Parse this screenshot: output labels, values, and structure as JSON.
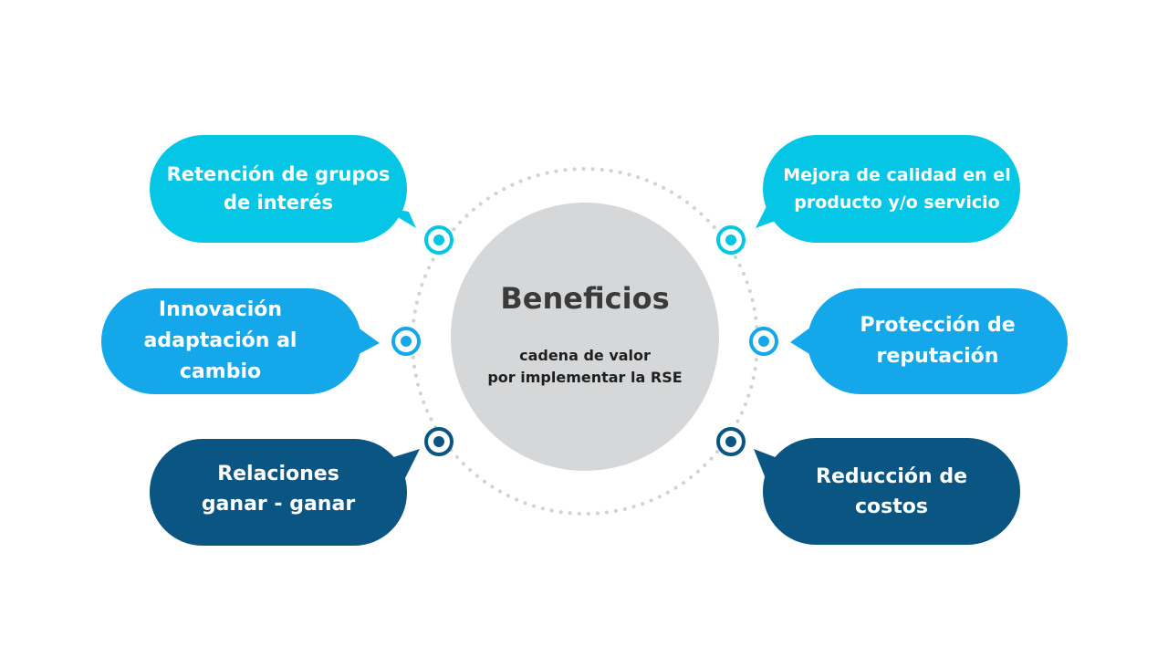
{
  "center": {
    "title": "Beneficios",
    "subtitle_lines": [
      "cadena de valor",
      "por implementar la RSE"
    ]
  },
  "bubbles": {
    "retencion": {
      "lines": [
        "Retención de grupos",
        "de interés"
      ],
      "color": "#06c6e6"
    },
    "innovacion": {
      "lines": [
        "Innovación",
        "adaptación al",
        "cambio"
      ],
      "color": "#14a8ea"
    },
    "relaciones": {
      "lines": [
        "Relaciones",
        "ganar - ganar"
      ],
      "color": "#0a5582"
    },
    "mejora": {
      "lines": [
        "Mejora de calidad en el",
        "producto y/o servicio"
      ],
      "color": "#06c6e6"
    },
    "proteccion": {
      "lines": [
        "Protección de",
        "reputación"
      ],
      "color": "#14a8ea"
    },
    "reduccion": {
      "lines": [
        "Reducción de",
        "costos"
      ],
      "color": "#0a5582"
    }
  },
  "colors": {
    "center_fill": "#d6d7d9",
    "dotted_ring": "#d0d2d5",
    "light_blue": "#06c6e6",
    "mid_blue": "#14a8ea",
    "dark_blue": "#0a5582"
  }
}
